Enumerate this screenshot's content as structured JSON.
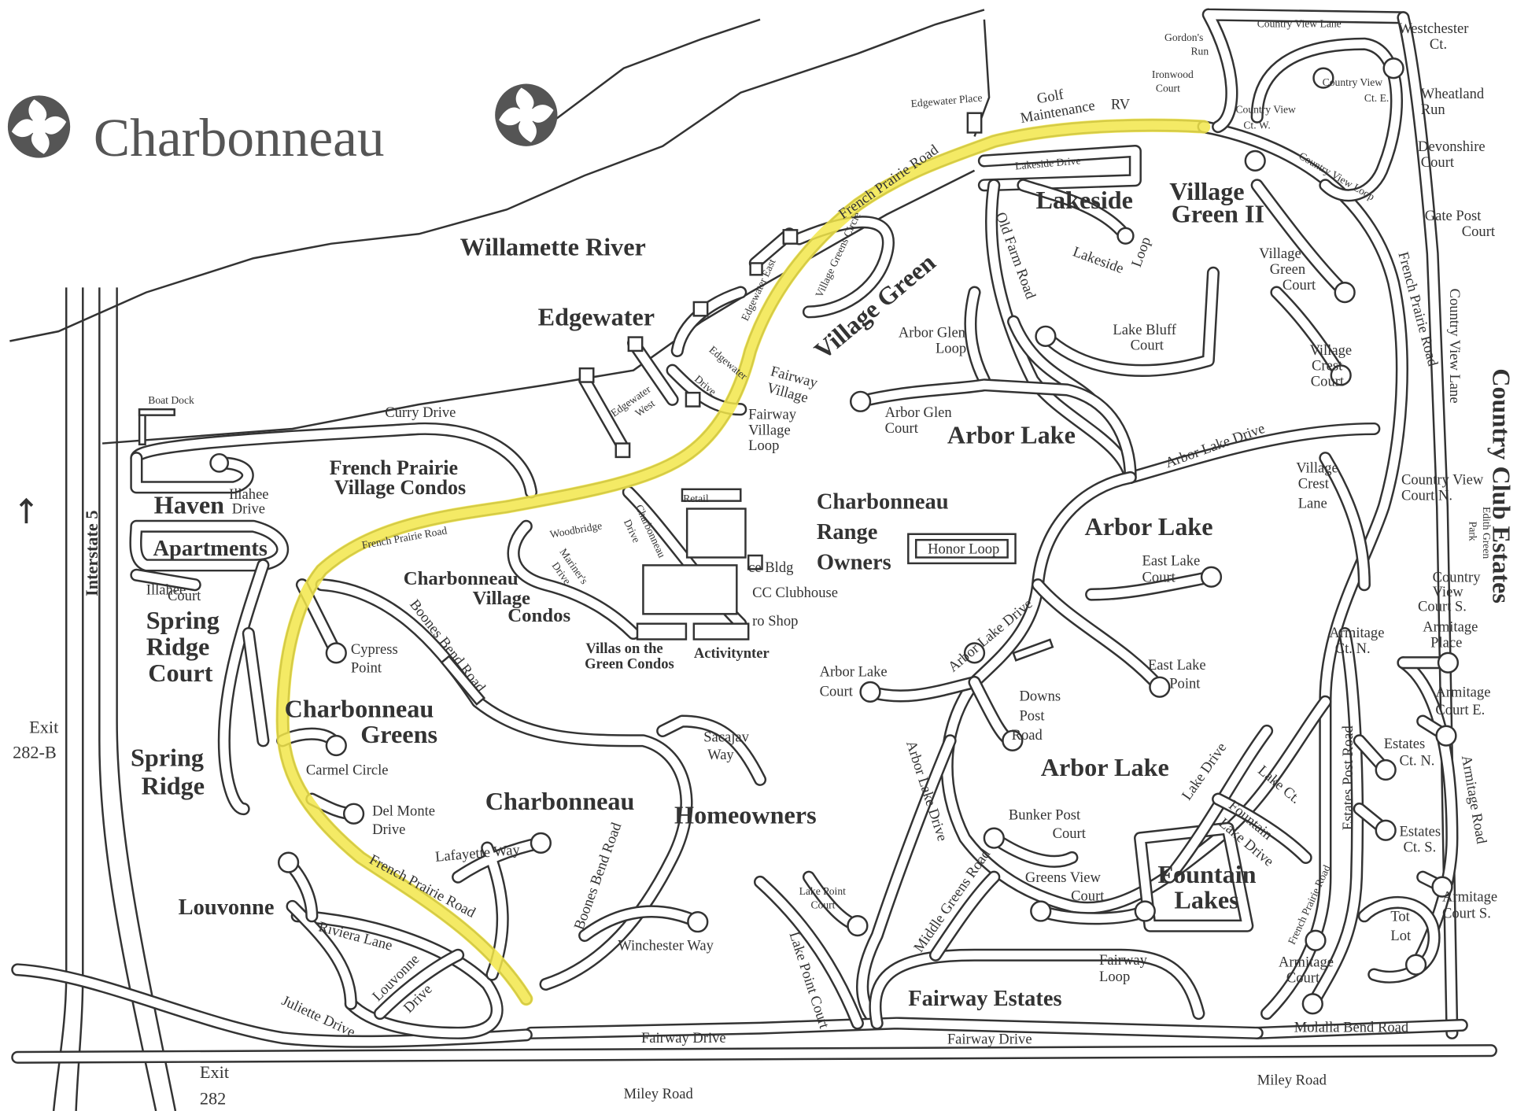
{
  "title": "Charbonneau",
  "labels": {
    "willamette": "Willamette River",
    "edgewater": "Edgewater",
    "edgewater_place": "Edgewater Place",
    "golf_maint": "Golf",
    "golf_maint2": "Maintenance",
    "rv": "RV",
    "gordons1": "Gordon's",
    "gordons2": "Run",
    "ironwood1": "Ironwood",
    "ironwood2": "Court",
    "cv_lane_top": "Country View Lane",
    "westchester1": "Westchester",
    "westchester2": "Ct.",
    "wheatland1": "Wheatland",
    "wheatland2": "Run",
    "devonshire1": "Devonshire",
    "devonshire2": "Court",
    "gatepost1": "Gate Post",
    "gatepost2": "Court",
    "cv_ct_e1": "Country View",
    "cv_ct_e2": "Ct. E.",
    "cv_ct_w1": "Country View",
    "cv_ct_w2": "Ct. W.",
    "cv_loop": "Country View Loop",
    "lakeside_drive": "Lakeside Drive",
    "lakeside": "Lakeside",
    "vg2_1": "Village",
    "vg2_2": "Green II",
    "fpr_1": "French Prairie Road",
    "vg_circle": "Village Greens Circle",
    "edgewater_east": "Edgewater East",
    "village_green": "Village Green",
    "old_farm": "Old Farm Road",
    "lakeside_loop1": "Lakeside",
    "lakeside_loop2": "Loop",
    "vg_court1": "Village",
    "vg_court2": "Green",
    "vg_court3": "Court",
    "fpr_east": "French Prairie Road",
    "cv_lane_v": "Country View Lane",
    "cc_estates": "Country Club Estates",
    "lake_bluff1": "Lake Bluff",
    "lake_bluff2": "Court",
    "arbor_glen_loop1": "Arbor Glen",
    "arbor_glen_loop2": "Loop",
    "edgewater_west1": "Edgewater",
    "edgewater_west2": "West",
    "edgewater_drive1": "Edgewater",
    "edgewater_drive2": "Drive",
    "fairway_village1": "Fairway",
    "fairway_village2": "Village",
    "vc_court1": "Village",
    "vc_court2": "Crest",
    "vc_court3": "Court",
    "boat_dock": "Boat Dock",
    "curry": "Curry Drive",
    "arbor_glen_ct1": "Arbor Glen",
    "arbor_glen_ct2": "Court",
    "arbor_lake_n": "Arbor Lake",
    "fvl1": "Fairway",
    "fvl2": "Village",
    "fvl3": "Loop",
    "arbor_lake_dr_ne": "Arbor Lake Drive",
    "fpvc1": "French Prairie",
    "fpvc2": "Village Condos",
    "haven": "Haven",
    "illahee_dr1": "Illahee",
    "illahee_dr2": "Drive",
    "apartments": "Apartments",
    "retail": "Retail",
    "range1": "Charbonneau",
    "range2": "Range",
    "range3": "Owners",
    "vc_lane1": "Village",
    "vc_lane2": "Crest",
    "vc_lane3": "Lane",
    "cvcn1": "Country View",
    "cvcn2": "Court N.",
    "edith1": "Edith Green",
    "edith2": "Park",
    "i5": "Interstate 5",
    "north": "N",
    "fpr_w": "French Prairie Road",
    "woodbridge": "Woodbridge",
    "charb_drive1": "Charbonneau",
    "charb_drive2": "Drive",
    "mariners1": "Mariner's",
    "mariners2": "Drive",
    "ice": "ce Bldg",
    "honor": "Honor Loop",
    "arbor_lake_c": "Arbor Lake",
    "east_lake_ct1": "East Lake",
    "east_lake_ct2": "Court",
    "cvcs1": "Country",
    "cvcs2": "View",
    "cvcs3": "Court S.",
    "illahee_ct1": "Illahee",
    "illahee_ct2": "Court",
    "cvc1": "Charbonneau",
    "cvc2": "Village",
    "cvc3": "Condos",
    "clubhouse": "CC Clubhouse",
    "proshop": "ro Shop",
    "src1": "Spring",
    "src2": "Ridge",
    "src3": "Court",
    "cypress1": "Cypress",
    "cypress2": "Point",
    "boones_n": "Boones Bend Road",
    "villas1": "Villas on the",
    "villas2": "Green Condos",
    "activity": "Activitynter",
    "arm_ct_n1": "Armitage",
    "arm_ct_n2": "Ct. N.",
    "arm_place1": "Armitage",
    "arm_place2": "Place",
    "alc1": "Arbor Lake",
    "alc2": "Court",
    "arbor_lake_dr_w": "Arbor Lake Drive",
    "elp1": "East Lake",
    "elp2": "Point",
    "arm_ct_e1": "Armitage",
    "arm_ct_e2": "Court E.",
    "exit282b1": "Exit",
    "exit282b2": "282-B",
    "greens1": "Charbonneau",
    "greens2": "Greens",
    "downs1": "Downs",
    "downs2": "Post",
    "downs3": "Road",
    "sacajaw1": "Sacajav",
    "sacajaw2": "Way",
    "estates_post": "Estates Post Road",
    "est_ct_n1": "Estates",
    "est_ct_n2": "Ct. N.",
    "sr1": "Spring",
    "sr2": "Ridge",
    "carmel": "Carmel Circle",
    "arbor_lake_s": "Arbor Lake",
    "arm_road": "Armitage Road",
    "lake_drive": "Lake Drive",
    "lake_ct": "Lake Ct.",
    "delmonte1": "Del Monte",
    "delmonte2": "Drive",
    "charb_s": "Charbonneau",
    "homeowners": "Homeowners",
    "fld1": "Fountain",
    "fld2": "Lake Drive",
    "arbor_lake_dr_sw": "Arbor Lake Drive",
    "bunker1": "Bunker Post",
    "bunker2": "Court",
    "est_ct_s1": "Estates",
    "est_ct_s2": "Ct. S.",
    "lafayette": "Lafayette Way",
    "fpr_s": "French Prairie Road",
    "boones_s": "Boones Bend Road",
    "fountain1": "Fountain",
    "fountain2": "Lakes",
    "gvc1": "Greens View",
    "gvc2": "Court",
    "louvonne": "Louvonne",
    "lpc1": "Lake Point",
    "lpc2": "Court",
    "middle_greens": "Middle Greens Road",
    "arm_ct_s1": "Armitage",
    "arm_ct_s2": "Court S.",
    "tot1": "Tot",
    "tot2": "Lot",
    "fpr_se": "French Prairie Road",
    "riviera": "Riviera Lane",
    "winchester": "Winchester Way",
    "fairway_loop1": "Fairway",
    "fairway_loop2": "Loop",
    "arm_court1": "Armitage",
    "arm_court2": "Court",
    "louvonne_dr1": "Louvonne",
    "louvonne_dr2": "Drive",
    "lake_point_court": "Lake Point Court",
    "fairway_estates": "Fairway Estates",
    "juliette": "Juliette Drive",
    "fairway_drive_w": "Fairway Drive",
    "fairway_drive_e": "Fairway Drive",
    "molalla": "Molalla Bend Road",
    "exit282_1": "Exit",
    "exit282_2": "282",
    "miley_w": "Miley Road",
    "miley_e": "Miley Road"
  },
  "colors": {
    "highlight": "#f2e64a",
    "ink": "#333333"
  },
  "icons": [
    "charbonneau-logo-icon",
    "north-arrow-icon"
  ]
}
